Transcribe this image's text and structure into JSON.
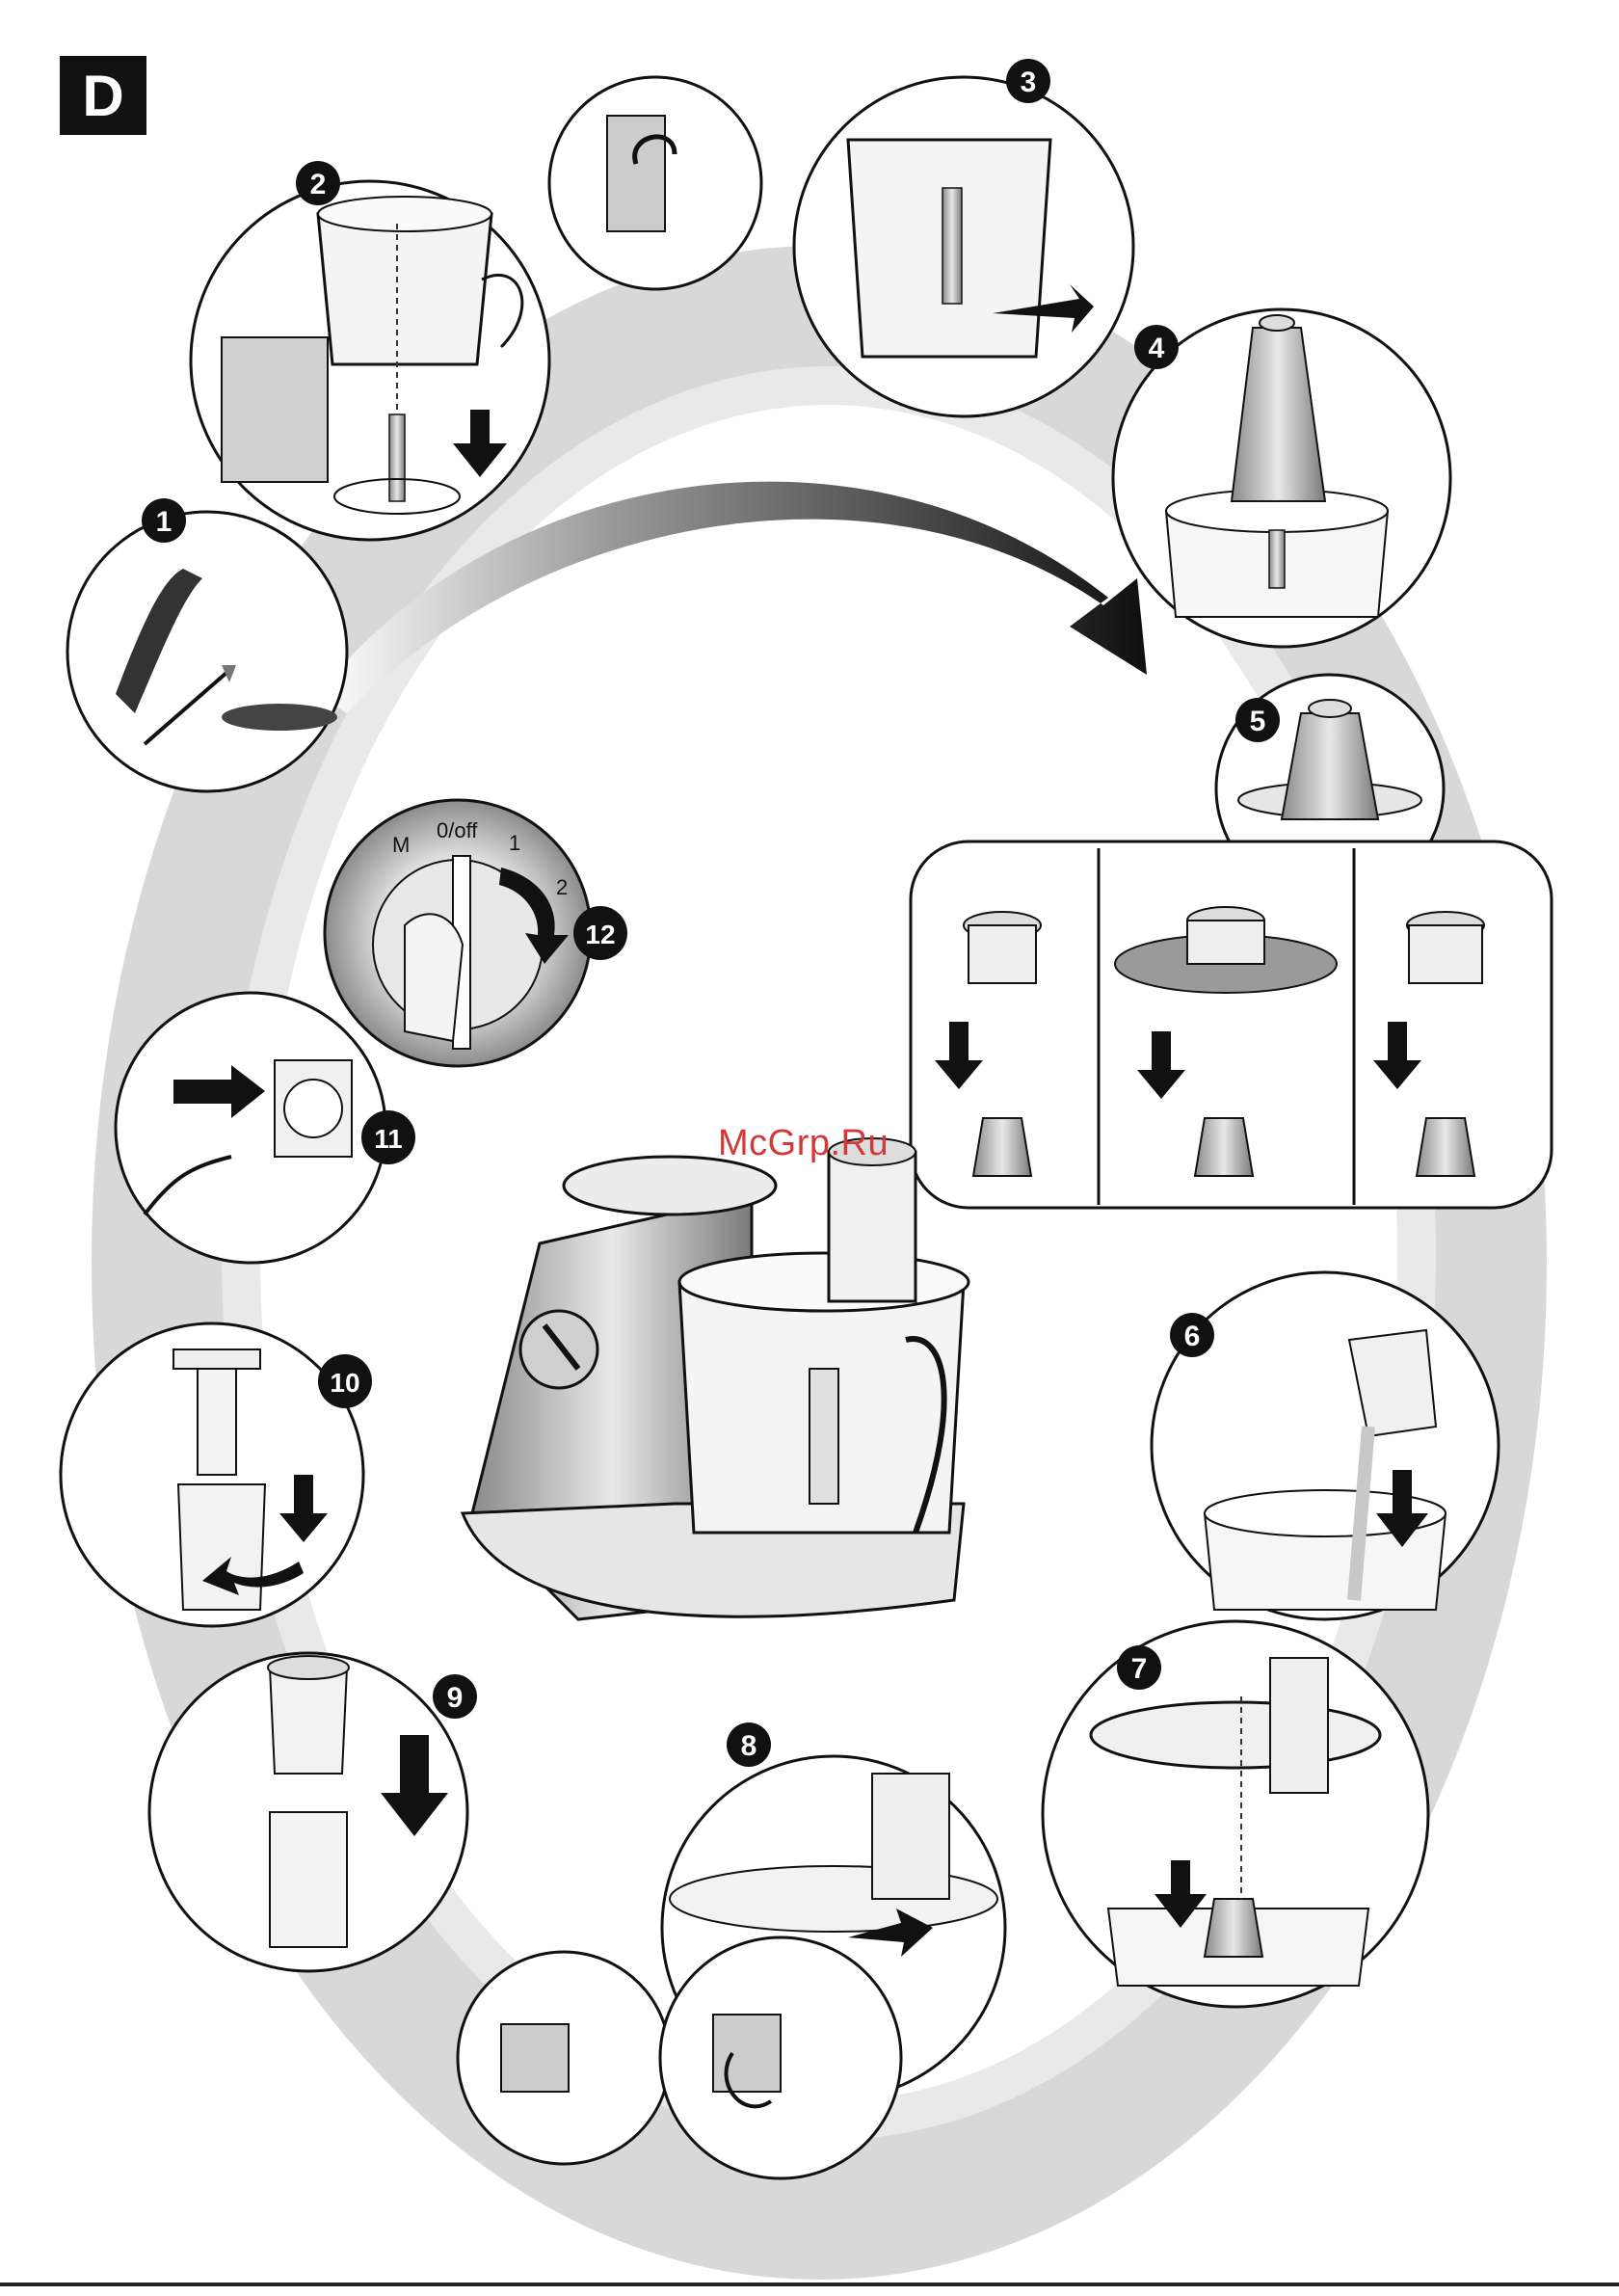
{
  "page": {
    "section_letter": "D",
    "watermark": "McGrp.Ru"
  },
  "steps": [
    {
      "number": "1"
    },
    {
      "number": "2"
    },
    {
      "number": "3"
    },
    {
      "number": "4"
    },
    {
      "number": "5"
    },
    {
      "number": "6"
    },
    {
      "number": "7"
    },
    {
      "number": "8"
    },
    {
      "number": "9"
    },
    {
      "number": "10"
    },
    {
      "number": "11"
    },
    {
      "number": "12"
    }
  ],
  "dial": {
    "m": "M",
    "off": "0/off",
    "one": "1",
    "two": "2"
  },
  "colors": {
    "ink": "#111111",
    "swirl": "#d6d6d6",
    "metal": "#bfbfbf",
    "watermark": "#d23a3a"
  }
}
